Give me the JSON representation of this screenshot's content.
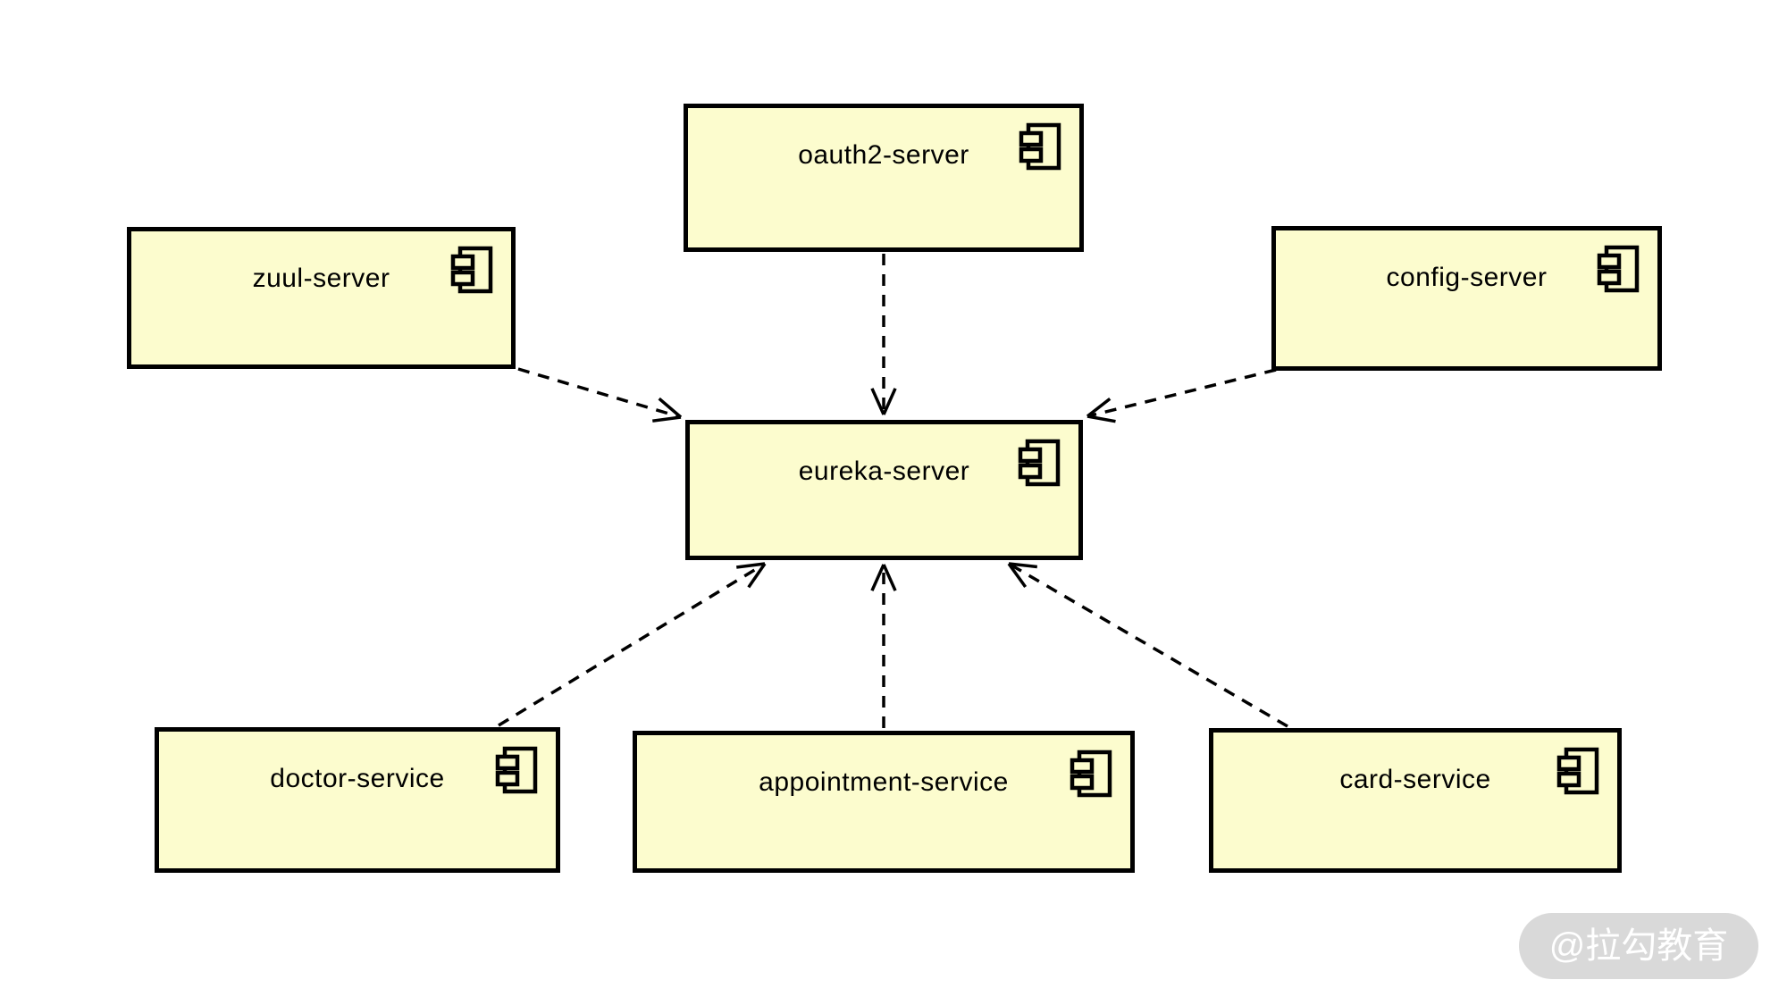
{
  "diagram": {
    "type": "uml-component-diagram",
    "nodes": [
      {
        "id": "oauth2-server",
        "label": "oauth2-server"
      },
      {
        "id": "zuul-server",
        "label": "zuul-server"
      },
      {
        "id": "config-server",
        "label": "config-server"
      },
      {
        "id": "eureka-server",
        "label": "eureka-server"
      },
      {
        "id": "doctor-service",
        "label": "doctor-service"
      },
      {
        "id": "appointment-service",
        "label": "appointment-service"
      },
      {
        "id": "card-service",
        "label": "card-service"
      }
    ],
    "edges": [
      {
        "from": "oauth2-server",
        "to": "eureka-server",
        "style": "dashed",
        "arrow": "open"
      },
      {
        "from": "zuul-server",
        "to": "eureka-server",
        "style": "dashed",
        "arrow": "open"
      },
      {
        "from": "config-server",
        "to": "eureka-server",
        "style": "dashed",
        "arrow": "open"
      },
      {
        "from": "doctor-service",
        "to": "eureka-server",
        "style": "dashed",
        "arrow": "open"
      },
      {
        "from": "appointment-service",
        "to": "eureka-server",
        "style": "dashed",
        "arrow": "open"
      },
      {
        "from": "card-service",
        "to": "eureka-server",
        "style": "dashed",
        "arrow": "open"
      }
    ],
    "colors": {
      "node_fill": "#FCFCCE",
      "node_border": "#000000",
      "edge": "#000000",
      "background": "#FFFFFF"
    }
  },
  "watermark": {
    "text": "@拉勾教育",
    "background": "#D9D9D9",
    "text_color": "#FFFFFF"
  }
}
